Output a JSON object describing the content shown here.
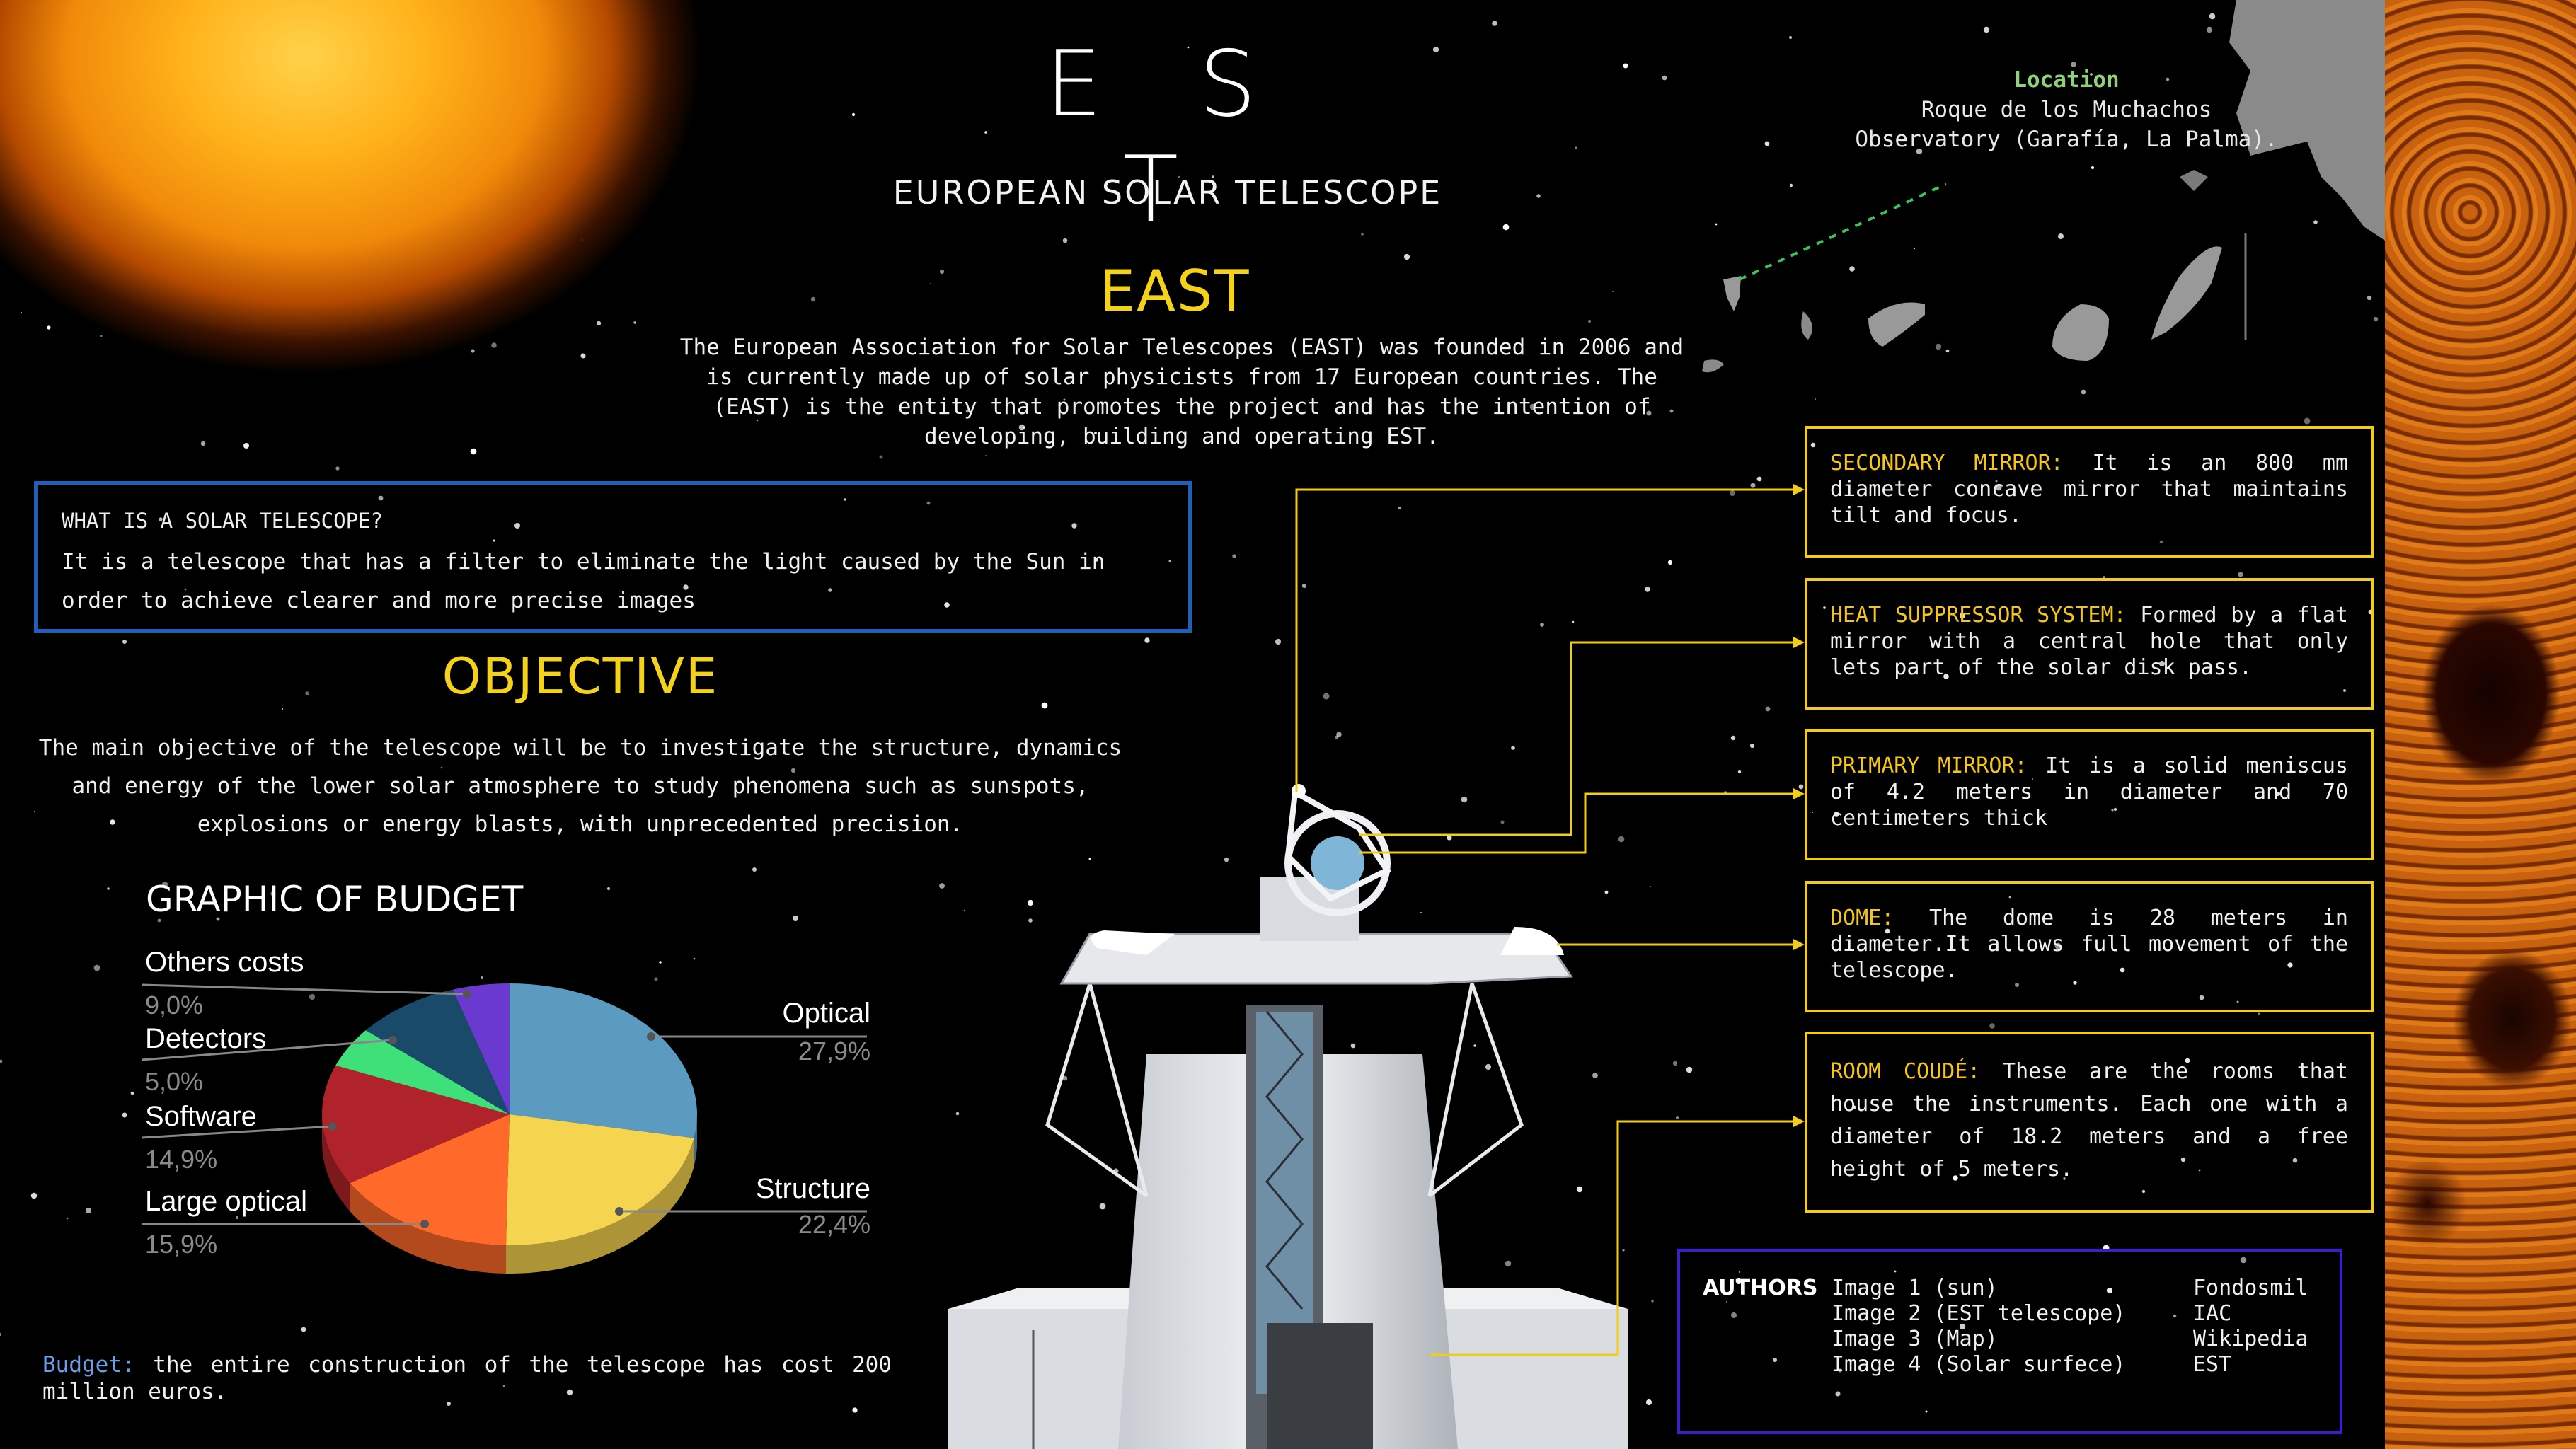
{
  "header": {
    "title": "E S T",
    "subtitle": "EUROPEAN SOLAR TELESCOPE"
  },
  "east": {
    "heading": "EAST",
    "text": "The European Association for Solar Telescopes (EAST) was founded in 2006 and is currently made up of solar physicists from 17 European countries. The (EAST) is the entity that promotes the project and has the intention of developing, building and operating EST."
  },
  "solar_box": {
    "question": "WHAT IS A SOLAR TELESCOPE?",
    "answer": "It is a telescope that has a filter to eliminate the light caused by the Sun in order to achieve clearer and more precise images"
  },
  "objective": {
    "heading": "OBJECTIVE",
    "text": "The main objective of the telescope will be to investigate the structure, dynamics and energy of the lower solar atmosphere to study phenomena such as sunspots, explosions or energy blasts, with unprecedented precision."
  },
  "budget": {
    "heading": "GRAPHIC OF BUDGET",
    "note_key": "Budget:",
    "note_text": " the entire construction of the telescope has cost 200 million euros."
  },
  "chart_data": {
    "type": "pie",
    "title": "GRAPHIC OF BUDGET",
    "slices": [
      {
        "label": "Optical",
        "value": 27.9,
        "display": "27,9%",
        "color": "#5b9bbf"
      },
      {
        "label": "Structure",
        "value": 22.4,
        "display": "22,4%",
        "color": "#f5d44f"
      },
      {
        "label": "Large optical",
        "value": 15.9,
        "display": "15,9%",
        "color": "#ff6a2a"
      },
      {
        "label": "Software",
        "value": 14.9,
        "display": "14,9%",
        "color": "#b0232a"
      },
      {
        "label": "Detectors",
        "value": 5.0,
        "display": "5,0%",
        "color": "#3fe07a"
      },
      {
        "label": "Others costs",
        "value": 9.0,
        "display": "9,0%",
        "color": "#1a4a6a"
      },
      {
        "label": "",
        "value": 4.9,
        "display": "",
        "color": "#6a3ad0"
      }
    ]
  },
  "location": {
    "label": "Location",
    "text": "Roque de los Muchachos Observatory (Garafía, La Palma)."
  },
  "parts": {
    "secondary": {
      "key": "SECONDARY MIRROR:",
      "text": " It is an 800 mm diameter concave mirror that maintains tilt and focus."
    },
    "heat": {
      "key": "HEAT SUPPRESSOR SYSTEM:",
      "text": " Formed by a flat mirror with a central hole that only lets part of the solar disk pass."
    },
    "primary": {
      "key": "PRIMARY MIRROR:",
      "text": " It is a solid meniscus of 4.2 meters in diameter and 70 centimeters thick"
    },
    "dome": {
      "key": "DOME:",
      "text": " The dome is 28 meters in diameter.It allows full movement of the telescope."
    },
    "room": {
      "key": "ROOM COUDÉ:",
      "text": " These are the rooms that house the instruments. Each one with a diameter of 18.2 meters and a free height of 5 meters."
    }
  },
  "authors": {
    "heading": "AUTHORS",
    "rows": [
      {
        "image": "Image 1 (sun)",
        "source": "Fondosmil"
      },
      {
        "image": "Image 2 (EST telescope)",
        "source": "IAC"
      },
      {
        "image": "Image 3 (Map)",
        "source": "Wikipedia"
      },
      {
        "image": "Image 4 (Solar surfece)",
        "source": "EST"
      }
    ]
  },
  "colors": {
    "accent_yellow": "#f5d21a",
    "box_blue": "#1f5fc0",
    "authors_border": "#3a1fd0",
    "budget_key": "#6a9ee6",
    "location_green": "#8fd17a"
  }
}
